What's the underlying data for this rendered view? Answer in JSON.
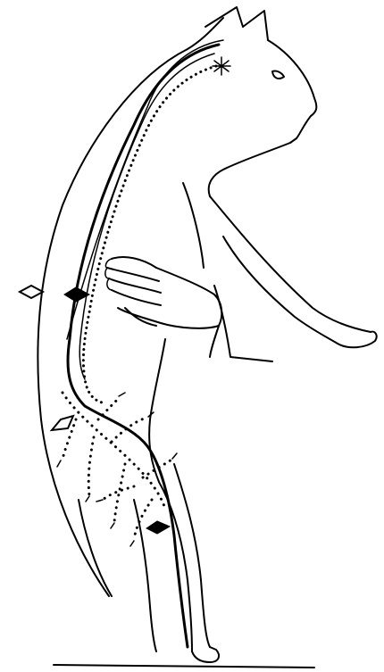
{
  "figure": {
    "subject": "",
    "elements": [
      "cat-body-outline",
      "spinal-cord",
      "brain-star",
      "human-hand",
      "sensory-dotted-pathway",
      "nerve-branches",
      "open-arrow",
      "solid-arrow",
      "ground-line"
    ],
    "colors": {
      "ink": "#000000",
      "background": "#ffffff"
    }
  }
}
